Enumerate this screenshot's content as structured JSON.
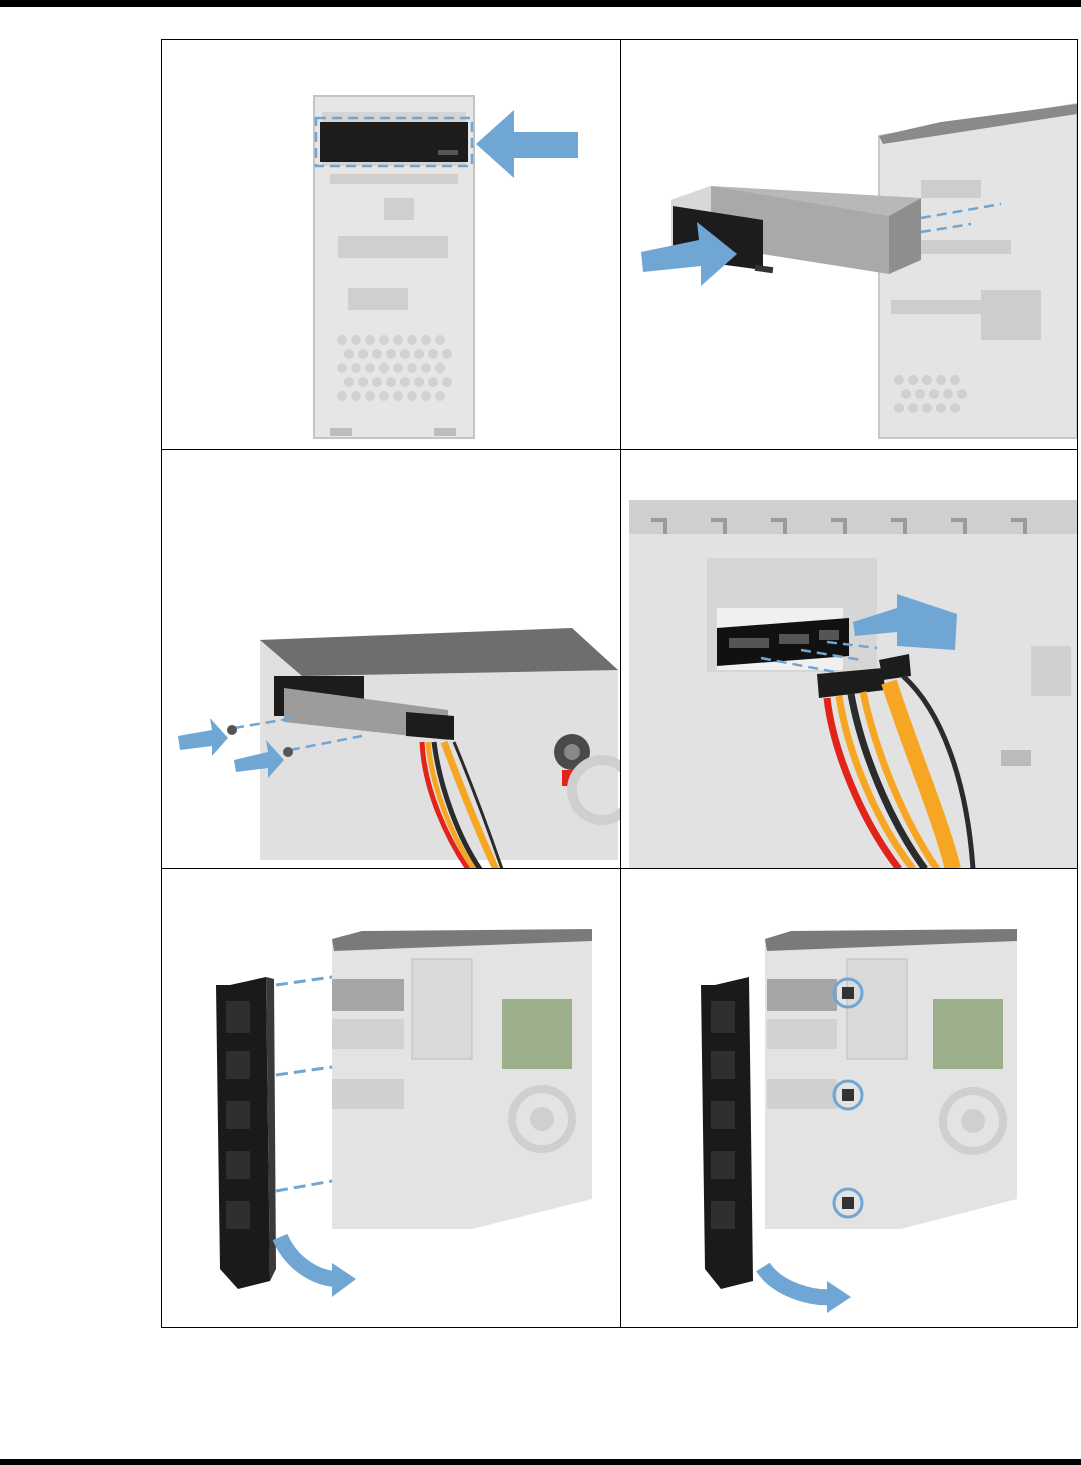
{
  "colors": {
    "accent_arrow": "#6fa6d4",
    "chassis": "#d9d9d9",
    "chassis_dark": "#9e9e9e",
    "drive_black": "#1c1c1c",
    "cable_red": "#e2231a",
    "cable_yellow": "#f6a623",
    "cable_black": "#2b2b2b"
  },
  "steps": [
    {
      "icon": "optical-drive-front-insert-illustration"
    },
    {
      "icon": "optical-drive-slide-in-illustration"
    },
    {
      "icon": "drive-screws-and-cables-illustration"
    },
    {
      "icon": "sata-power-data-connect-illustration"
    },
    {
      "icon": "front-bezel-align-illustration"
    },
    {
      "icon": "front-bezel-attach-illustration"
    }
  ]
}
